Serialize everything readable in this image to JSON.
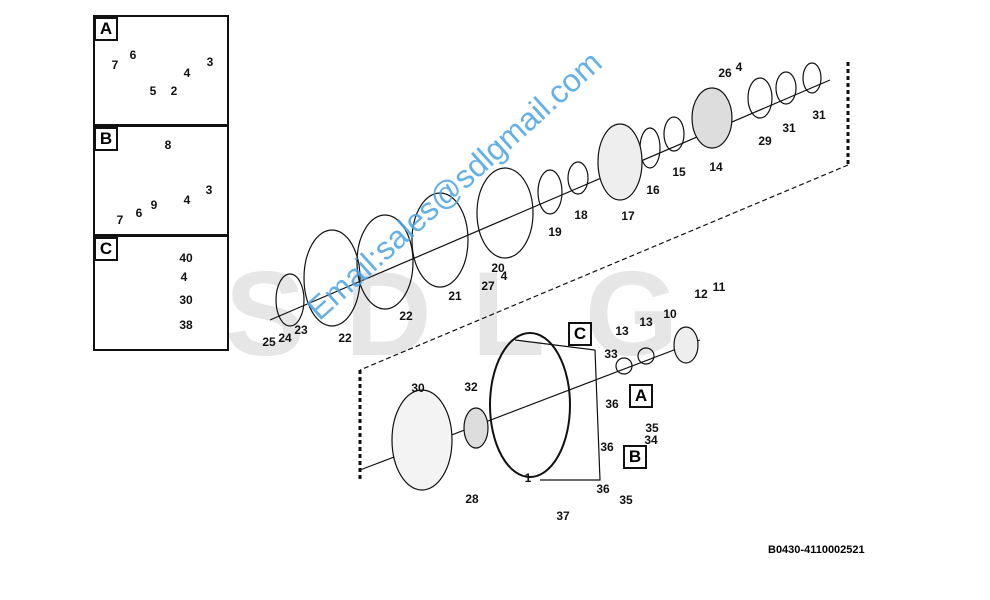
{
  "watermark": "SDLG",
  "email_watermark": "Email:sales@sdlgmail.com",
  "drawing_code": "B0430-4110002521",
  "insets": {
    "A": {
      "title": "A",
      "labels": [
        "6",
        "7",
        "5",
        "2",
        "4",
        "3"
      ]
    },
    "B": {
      "title": "B",
      "labels": [
        "8",
        "7",
        "6",
        "9",
        "4",
        "3"
      ]
    },
    "C": {
      "title": "C",
      "labels": [
        "40",
        "4",
        "30",
        "38"
      ]
    }
  },
  "callout_boxes": [
    "C",
    "A",
    "B"
  ],
  "callouts": [
    "26",
    "4",
    "29",
    "31",
    "31",
    "14",
    "15",
    "16",
    "17",
    "18",
    "19",
    "20",
    "27",
    "4",
    "21",
    "22",
    "22",
    "23",
    "24",
    "25",
    "12",
    "11",
    "10",
    "13",
    "13",
    "33",
    "36",
    "35",
    "34",
    "36",
    "36",
    "35",
    "1",
    "37",
    "28",
    "32",
    "30"
  ],
  "colors": {
    "line": "#111111",
    "watermark": "#e6e6e6",
    "email": "#4aa3e6"
  }
}
